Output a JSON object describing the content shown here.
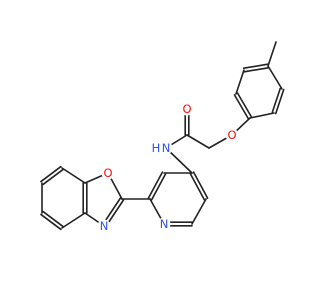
{
  "atoms": {
    "o_oxazole": {
      "text": "O",
      "color": "#FF0D0D"
    },
    "n_oxazole": {
      "text": "N",
      "color": "#3050F8"
    },
    "n_pyridine": {
      "text": "N",
      "color": "#3050F8"
    },
    "n_amide": {
      "text": "N",
      "color": "#3050F8"
    },
    "h_amide": {
      "text": "H",
      "color": "#3050F8"
    },
    "o_carbonyl": {
      "text": "O",
      "color": "#FF0D0D"
    },
    "o_ether": {
      "text": "O",
      "color": "#FF0D0D"
    }
  }
}
